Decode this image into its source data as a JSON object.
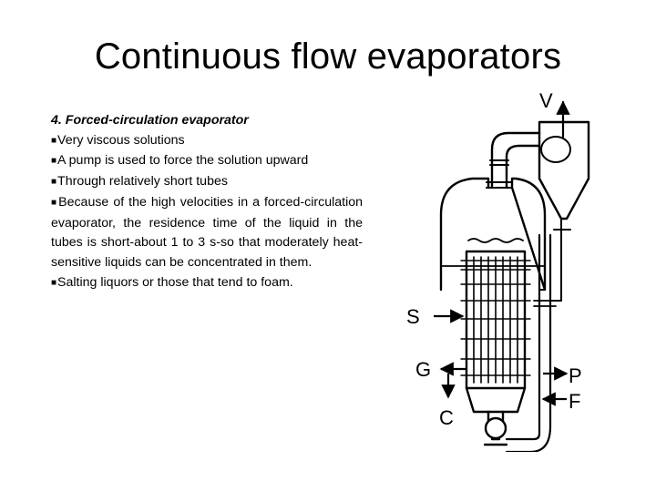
{
  "slide": {
    "title": "Continuous flow evaporators",
    "heading": "4. Forced-circulation evaporator",
    "bullets": [
      "Very viscous solutions",
      "A pump is used to force the solution upward",
      "Through relatively short tubes"
    ],
    "paragraph": "Because of the high velocities in a forced-circulation evaporator, the residence time of the liquid in the tubes is short-about 1 to 3 s-so that moderately heat-sensitive liquids can be concentrated in them.",
    "last_bullet": "Salting liquors or those that tend to foam.",
    "bullet_glyph": "■"
  },
  "diagram": {
    "labels": {
      "vapor": "V",
      "steam": "S",
      "gas": "G",
      "condensate": "C",
      "product": "P",
      "feed": "F"
    }
  }
}
